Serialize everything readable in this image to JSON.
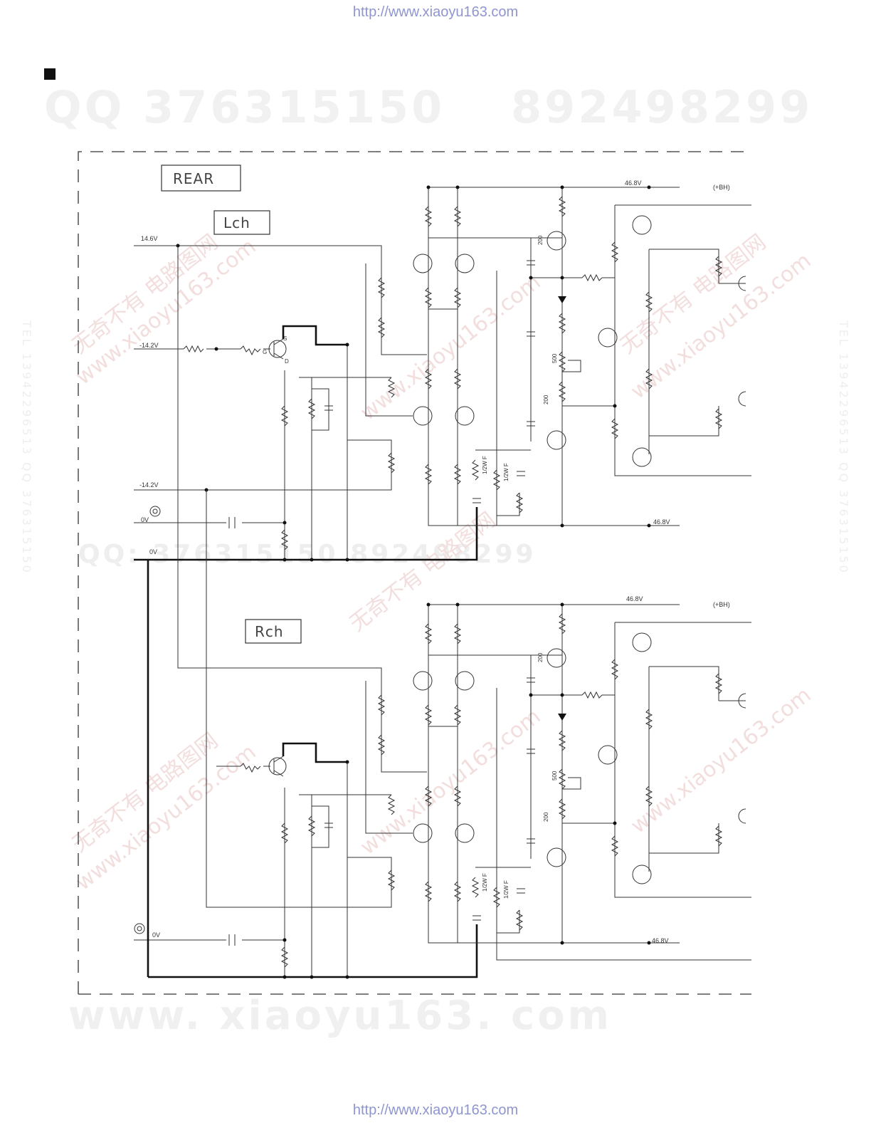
{
  "header": {
    "url": "http://www.xiaoyu163.com"
  },
  "footer": {
    "url": "http://www.xiaoyu163.com"
  },
  "watermarks": {
    "qq": "QQ 376315150",
    "qq2": "892498299",
    "site": "www. xiaoyu163. com",
    "mid": "QQ: 376315150   892498299",
    "diag_site": "www.xiaoyu163.com",
    "diag_cn": "无奇不有 电路图网",
    "vertical": "TEL 13942296513   QQ 376315150"
  },
  "schematic": {
    "section_label": "REAR",
    "channels": [
      {
        "label": "Lch"
      },
      {
        "label": "Rch"
      }
    ],
    "rails": {
      "plus_14_6": "14.6V",
      "minus_14_2": "-14.2V",
      "zero": "0V",
      "plus_46_8": "46.8V",
      "bh": "(+BH)"
    },
    "values": {
      "pot": "500",
      "r200": "200",
      "half_watt": "1/2W F"
    },
    "pins": {
      "s": "S",
      "g": "G",
      "d": "D"
    }
  }
}
